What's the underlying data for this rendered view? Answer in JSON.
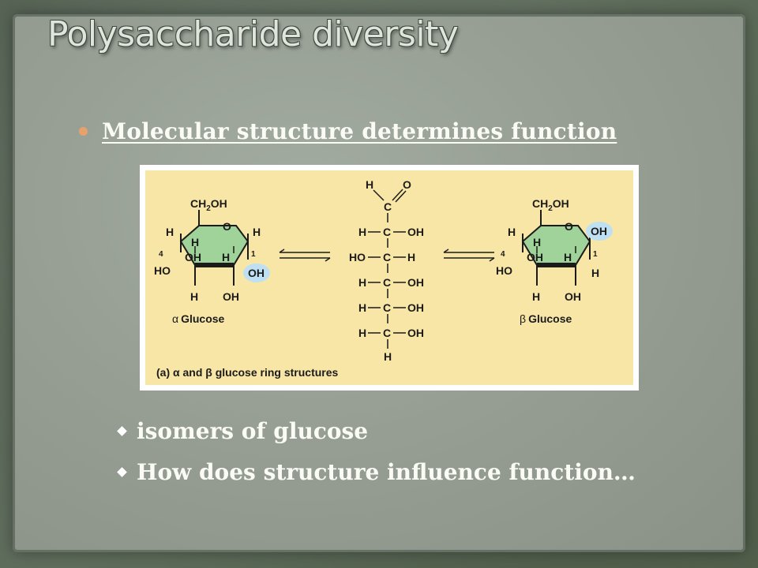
{
  "slide": {
    "title": "Polysaccharide diversity",
    "main_bullet": "Molecular structure determines function",
    "sub_bullets": [
      "isomers of glucose",
      "How does structure influence function…"
    ]
  },
  "figure": {
    "alpha": {
      "ch2oh": "CH",
      "ch2oh_sub": "2",
      "ch2oh_tail": "OH",
      "o": "O",
      "h_c5": "H",
      "h_c1": "H",
      "h_c4_in": "H",
      "oh_c4": "OH",
      "h_c3_in": "H",
      "ho_c4": "HO",
      "oh_c1": "OH",
      "h_c3": "H",
      "oh_c2": "OH",
      "num_4": "4",
      "num_1": "1",
      "caption_greek": "α",
      "caption": "Glucose"
    },
    "linear": {
      "h_top": "H",
      "o_top": "O",
      "c": "C",
      "rows": [
        {
          "left": "H",
          "right": "OH"
        },
        {
          "left": "HO",
          "right": "H"
        },
        {
          "left": "H",
          "right": "OH"
        },
        {
          "left": "H",
          "right": "OH"
        },
        {
          "left": "H",
          "right": "OH"
        }
      ],
      "h_bottom": "H"
    },
    "beta": {
      "ch2oh": "CH",
      "ch2oh_sub": "2",
      "ch2oh_tail": "OH",
      "o": "O",
      "oh_c1": "OH",
      "h_c5": "H",
      "h_c4_in": "H",
      "oh_c4": "OH",
      "h_c3_in": "H",
      "ho_c4": "HO",
      "h_c1": "H",
      "h_c3": "H",
      "oh_c2": "OH",
      "num_4": "4",
      "num_1": "1",
      "caption_greek": "β",
      "caption": "Glucose"
    },
    "caption": "(a) α and β glucose ring structures"
  },
  "colors": {
    "figure_bg": "#f8e6a6",
    "ring_fill": "#9fd39a",
    "highlight": "#bfe0f2"
  }
}
